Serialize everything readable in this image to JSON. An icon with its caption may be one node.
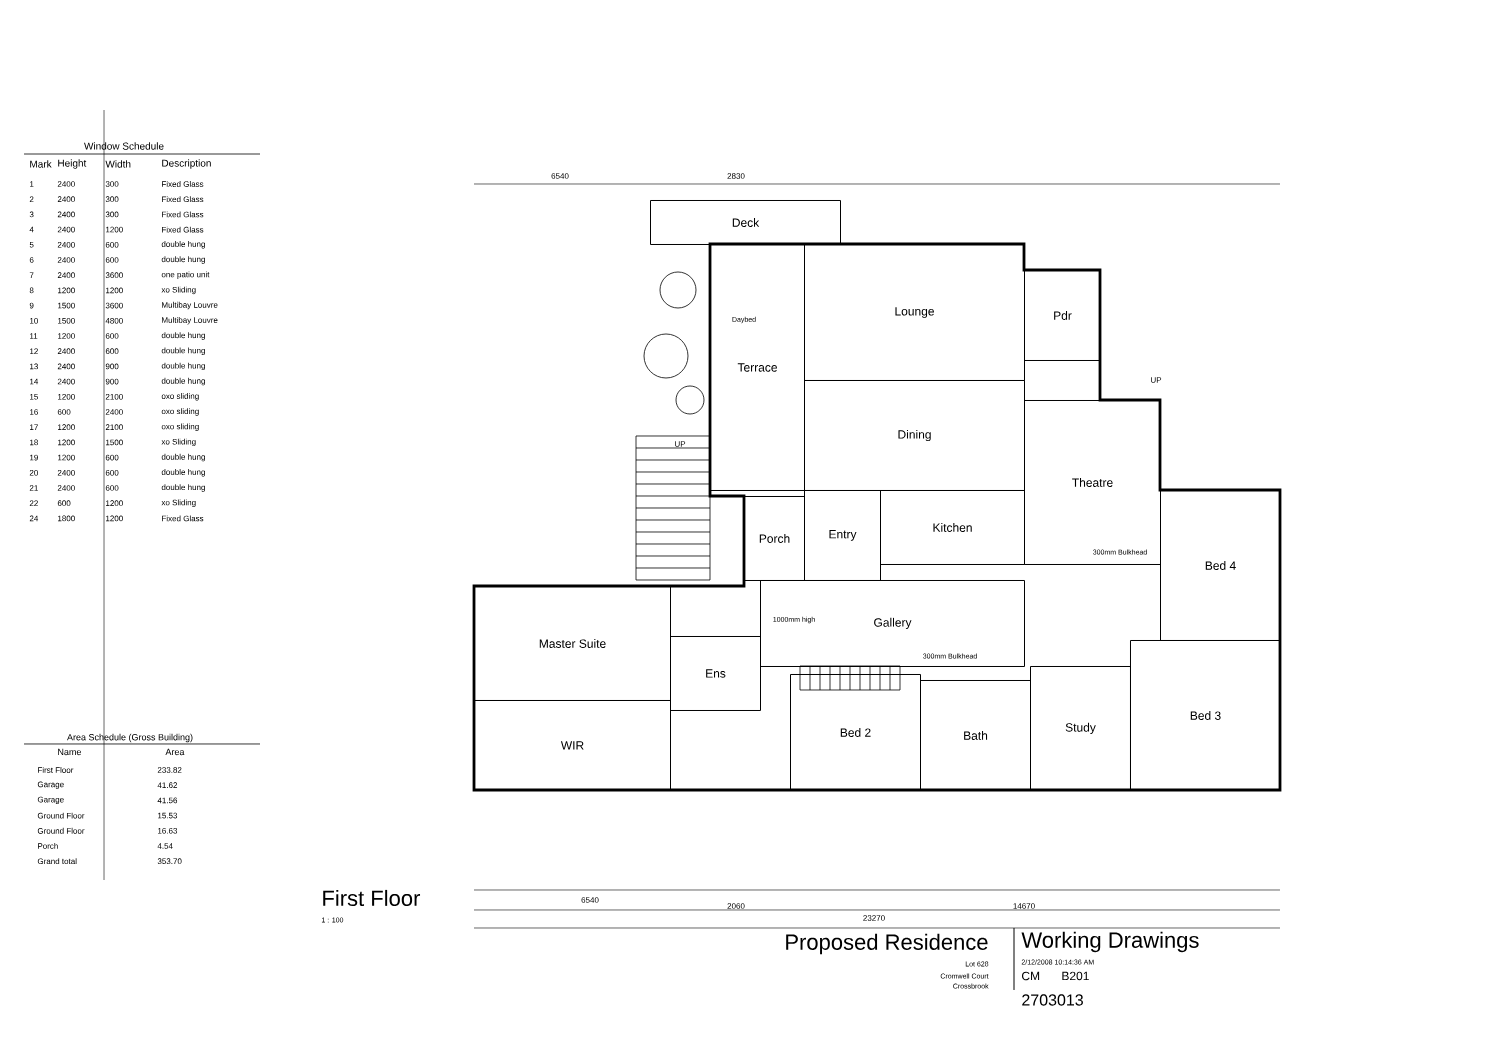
{
  "diagram": {
    "nodes": [
      {
        "text": [
          "Deck"
        ]
      },
      {
        "text": [
          "Terrace"
        ]
      },
      {
        "text": [
          "Lounge"
        ]
      },
      {
        "text": [
          "Dining"
        ]
      },
      {
        "text": [
          "Pdr"
        ]
      },
      {
        "text": [
          "Theatre"
        ]
      },
      {
        "text": [
          "Porch"
        ]
      },
      {
        "text": [
          "Entry"
        ]
      },
      {
        "text": [
          "Kitchen"
        ]
      },
      {
        "text": [
          "Bed 4"
        ]
      },
      {
        "text": [
          "Master Suite"
        ]
      },
      {
        "text": [
          "WIR"
        ]
      },
      {
        "text": [
          "Ens"
        ]
      },
      {
        "text": [
          "Gallery"
        ]
      },
      {
        "text": [
          "Bed 2"
        ]
      },
      {
        "text": [
          "Bath"
        ]
      },
      {
        "text": [
          "Study"
        ]
      },
      {
        "text": [
          "Bed 3"
        ]
      }
    ],
    "labels": [
      "Daybed",
      "UP",
      "UP",
      "300mm Bulkhead",
      "1000mm high",
      "300mm Bulkhead",
      "Window Schedule",
      "Mark",
      "Height",
      "Width",
      "Description",
      "1",
      "2400",
      "300",
      "Fixed Glass",
      "2",
      "2400",
      "300",
      "Fixed Glass",
      "3",
      "2400",
      "300",
      "Fixed Glass",
      "4",
      "2400",
      "1200",
      "Fixed Glass",
      "5",
      "2400",
      "600",
      "double hung",
      "6",
      "2400",
      "600",
      "double hung",
      "7",
      "2400",
      "3600",
      "one patio unit",
      "8",
      "1200",
      "1200",
      "xo Sliding",
      "9",
      "1500",
      "3600",
      "Multibay Louvre",
      "10",
      "1500",
      "4800",
      "Multibay Louvre",
      "11",
      "1200",
      "600",
      "double hung",
      "12",
      "2400",
      "600",
      "double hung",
      "13",
      "2400",
      "900",
      "double hung",
      "14",
      "2400",
      "900",
      "double hung",
      "15",
      "1200",
      "2100",
      "oxo sliding",
      "16",
      "600",
      "2400",
      "oxo sliding",
      "17",
      "1200",
      "2100",
      "oxo sliding",
      "18",
      "1200",
      "1500",
      "xo Sliding",
      "19",
      "1200",
      "600",
      "double hung",
      "20",
      "2400",
      "600",
      "double hung",
      "21",
      "2400",
      "600",
      "double hung",
      "22",
      "600",
      "1200",
      "xo Sliding",
      "24",
      "1800",
      "1200",
      "Fixed Glass",
      "Area Schedule (Gross Building)",
      "Name",
      "Area",
      "First Floor",
      "233.82",
      "Garage",
      "41.62",
      "Garage",
      "41.56",
      "Ground Floor",
      "15.53",
      "Ground Floor",
      "16.63",
      "Porch",
      "4.54",
      "Grand total",
      "353.70",
      "First Floor",
      "1 : 100",
      "Proposed Residence",
      "Lot 628",
      "Cromwell Court",
      "Crossbrook",
      "Working Drawings",
      "2/12/2008 10:14:36 AM",
      "CM",
      "B201",
      "2703013",
      "6540",
      "2060",
      "14670",
      "23270",
      "6540",
      "2830"
    ]
  }
}
